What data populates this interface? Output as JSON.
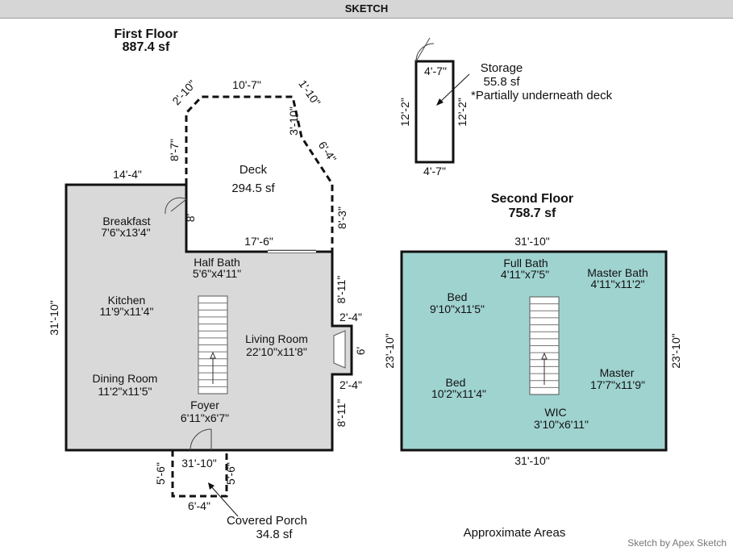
{
  "header": {
    "title": "SKETCH"
  },
  "first_floor": {
    "title": "First Floor",
    "area": "887.4 sf",
    "dimensions": {
      "top_left": "14'-4\"",
      "left": "31'-10\"",
      "step_top": "17'-6\"",
      "step_side": "8'",
      "bottom": "31'-10\"",
      "right_top": "8'-11\"",
      "right_bottom": "8'-11\"",
      "bump_top": "2'-4\"",
      "bump_bottom": "2'-4\"",
      "bump_side": "6'"
    },
    "rooms": [
      {
        "name": "Breakfast",
        "size": "7'6\"x13'4\""
      },
      {
        "name": "Half Bath",
        "size": "5'6\"x4'11\""
      },
      {
        "name": "Kitchen",
        "size": "11'9\"x11'4\""
      },
      {
        "name": "Living Room",
        "size": "22'10\"x11'8\""
      },
      {
        "name": "Dining Room",
        "size": "11'2\"x11'5\""
      },
      {
        "name": "Foyer",
        "size": "6'11\"x6'7\""
      }
    ]
  },
  "deck": {
    "name": "Deck",
    "area": "294.5 sf",
    "dimensions": {
      "top": "10'-7\"",
      "top_left_diag": "2'-10\"",
      "top_right_diag": "1'-10\"",
      "left": "8'-7\"",
      "inner_right": "3'-10\"",
      "right_diag": "6'-4\"",
      "right": "8'-3\""
    }
  },
  "storage": {
    "name": "Storage",
    "area": "55.8 sf",
    "note": "*Partially underneath deck",
    "dimensions": {
      "top": "4'-7\"",
      "bottom": "4'-7\"",
      "left": "12'-2\"",
      "right": "12'-2\""
    }
  },
  "second_floor": {
    "title": "Second Floor",
    "area": "758.7 sf",
    "fill_color": "#9fd3d0",
    "dimensions": {
      "top": "31'-10\"",
      "bottom": "31'-10\"",
      "left": "23'-10\"",
      "right": "23'-10\""
    },
    "rooms": [
      {
        "name": "Full Bath",
        "size": "4'11\"x7'5\""
      },
      {
        "name": "Master Bath",
        "size": "4'11\"x11'2\""
      },
      {
        "name": "Bed",
        "size": "9'10\"x11'5\""
      },
      {
        "name": "Bed",
        "size": "10'2\"x11'4\""
      },
      {
        "name": "Master",
        "size": "17'7\"x11'9\""
      },
      {
        "name": "WIC",
        "size": "3'10\"x6'11\""
      }
    ]
  },
  "porch": {
    "name": "Covered Porch",
    "area": "34.8 sf",
    "dimensions": {
      "top": "31'-10\"",
      "bottom": "6'-4\"",
      "left": "5'-6\"",
      "right": "5'-6\""
    }
  },
  "first_floor_fill": "#d9d9d9",
  "footer": {
    "note": "Approximate Areas",
    "credit": "Sketch by Apex Sketch"
  }
}
